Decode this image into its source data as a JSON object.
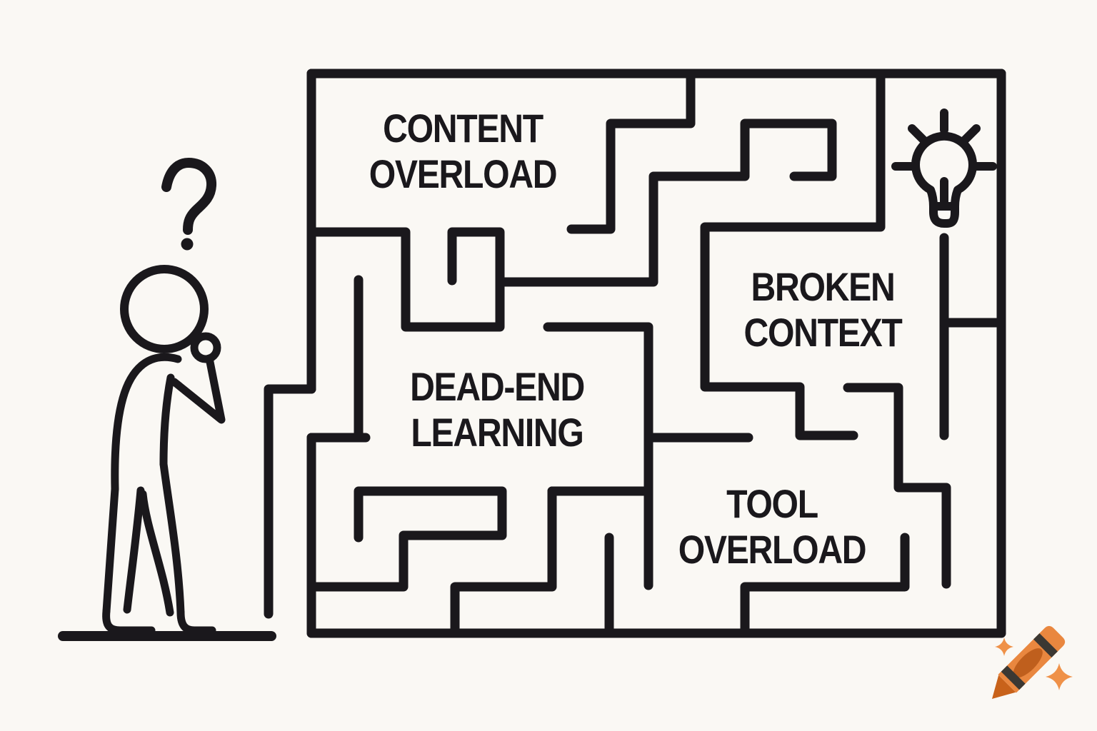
{
  "scene": {
    "background": "#faf8f4",
    "ink": "#1a181c",
    "description": "Line-art illustration: a pondering stick figure facing a maze whose chambers are labeled with learning problems; a lightbulb marks the goal room"
  },
  "labels": {
    "content_overload": "CONTENT\nOVERLOAD",
    "dead_end_learning": "DEAD-END\nLEARNING",
    "broken_context": "BROKEN\nCONTEXT",
    "tool_overload": "TOOL\nOVERLOAD"
  },
  "icons": {
    "question_mark": "question-mark-icon",
    "thinking_person": "thinking-person-icon",
    "lightbulb": "lightbulb-icon",
    "crayon": "crayon-icon",
    "sparkle": "sparkle-icon"
  },
  "colors": {
    "ink": "#1a181c",
    "crayon_body": "#e9873f",
    "crayon_tip": "#c8621a",
    "crayon_oval": "#bf5f1d",
    "crayon_stripe": "#3b3833",
    "sparkle": "#ef9148"
  }
}
